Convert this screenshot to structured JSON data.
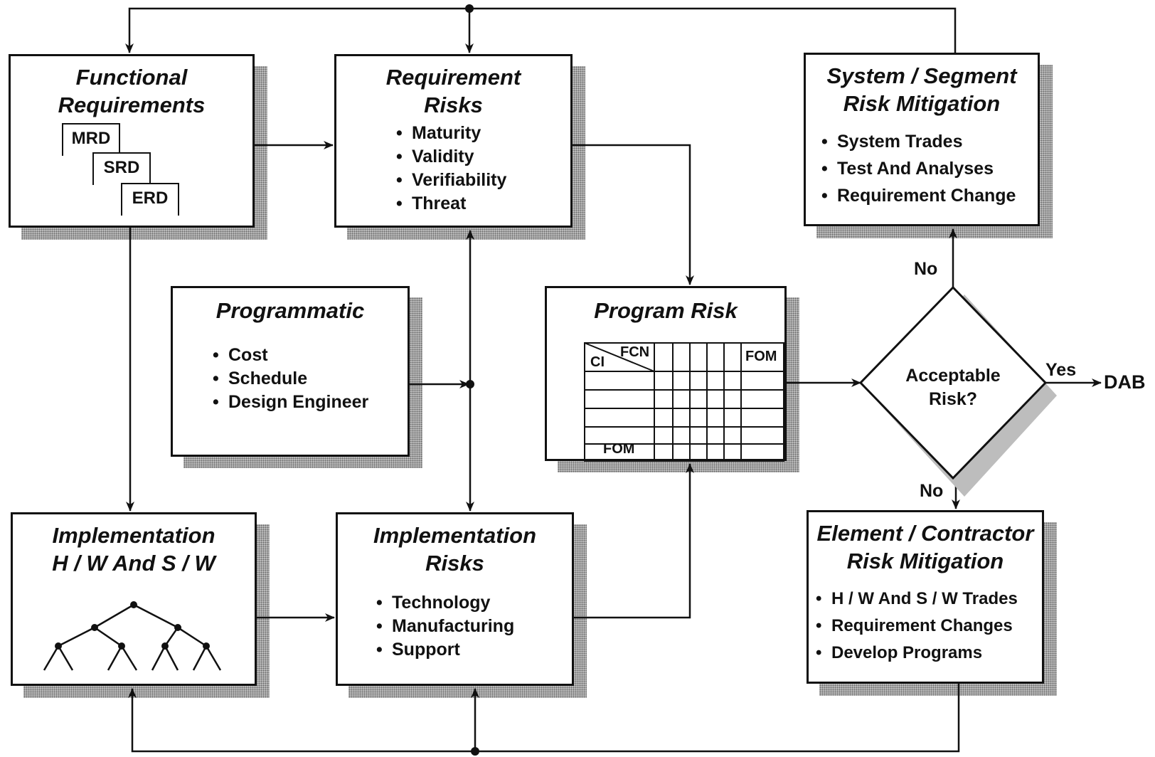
{
  "functional": {
    "title": [
      "Functional",
      "Requirements"
    ],
    "docs": [
      "MRD",
      "SRD",
      "ERD"
    ]
  },
  "requirement_risks": {
    "title": [
      "Requirement",
      "Risks"
    ],
    "items": [
      "Maturity",
      "Validity",
      "Verifiability",
      "Threat"
    ]
  },
  "system_segment": {
    "title": [
      "System / Segment",
      "Risk Mitigation"
    ],
    "items": [
      "System Trades",
      "Test And Analyses",
      "Requirement Change"
    ]
  },
  "programmatic": {
    "title": [
      "Programmatic"
    ],
    "items": [
      "Cost",
      "Schedule",
      "Design Engineer"
    ]
  },
  "program_risk": {
    "title": [
      "Program Risk"
    ],
    "grid": {
      "ci": "CI",
      "fcn": "FCN",
      "fom_col": "FOM",
      "fom_row": "FOM"
    }
  },
  "decision": {
    "question": [
      "Acceptable",
      "Risk?"
    ],
    "yes": "Yes",
    "no_top": "No",
    "no_bottom": "No",
    "outcome": "DAB"
  },
  "impl_hw": {
    "title": [
      "Implementation",
      "H / W And S / W"
    ]
  },
  "impl_risks": {
    "title": [
      "Implementation",
      "Risks"
    ],
    "items": [
      "Technology",
      "Manufacturing",
      "Support"
    ]
  },
  "element": {
    "title": [
      "Element / Contractor",
      "Risk Mitigation"
    ],
    "items": [
      "H / W And S / W Trades",
      "Requirement Changes",
      "Develop Programs"
    ]
  }
}
